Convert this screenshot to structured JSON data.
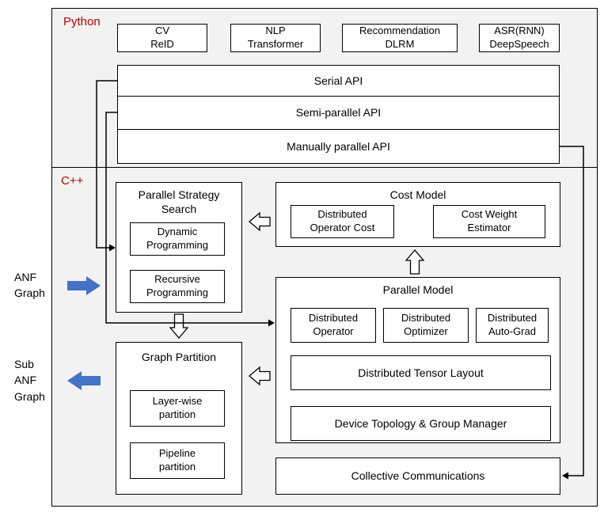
{
  "python_section": {
    "label": "Python",
    "app_boxes": [
      {
        "label": "CV\nReID"
      },
      {
        "label": "NLP\nTransformer"
      },
      {
        "label": "Recommendation\nDLRM"
      },
      {
        "label": "ASR(RNN)\nDeepSpeech"
      }
    ],
    "api_layers": [
      {
        "label": "Serial API"
      },
      {
        "label": "Semi-parallel API"
      },
      {
        "label": "Manually parallel API"
      }
    ]
  },
  "cpp_section": {
    "label": "C++",
    "parallel_strategy_search": {
      "title": "Parallel Strategy\nSearch",
      "items": [
        {
          "label": "Dynamic\nProgramming"
        },
        {
          "label": "Recursive\nProgramming"
        }
      ]
    },
    "cost_model": {
      "title": "Cost Model",
      "items": [
        {
          "label": "Distributed\nOperator Cost"
        },
        {
          "label": "Cost Weight\nEstimator"
        }
      ]
    },
    "parallel_model": {
      "title": "Parallel Model",
      "top_row": [
        {
          "label": "Distributed\nOperator"
        },
        {
          "label": "Distributed\nOptimizer"
        },
        {
          "label": "Distributed\nAuto-Grad"
        }
      ],
      "wide_rows": [
        {
          "label": "Distributed Tensor Layout"
        },
        {
          "label": "Device Topology & Group Manager"
        }
      ]
    },
    "graph_partition": {
      "title": "Graph Partition",
      "items": [
        {
          "label": "Layer-wise\npartition"
        },
        {
          "label": "Pipeline\npartition"
        }
      ]
    },
    "collective_communications": {
      "label": "Collective Communications"
    }
  },
  "side_labels": {
    "anf_graph": "ANF\nGraph",
    "sub_anf_graph": "Sub\nANF\nGraph"
  },
  "colors": {
    "section_label": "#c00000",
    "blue_arrow": "#4472c4",
    "section_bg": "#f2f2f2",
    "box_border": "#000000"
  }
}
